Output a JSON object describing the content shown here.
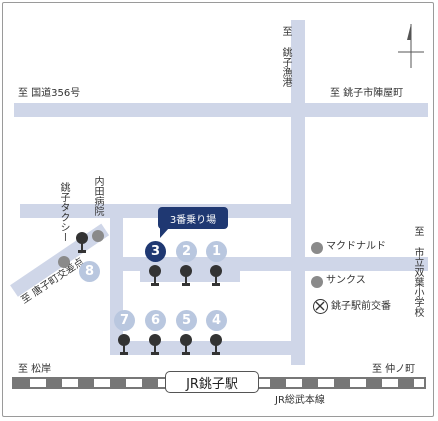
{
  "labels": {
    "choshi_fishing_port": "至 銚子漁港",
    "route_356": "至 国道356号",
    "choshi_byobugaura": "至 銚子市陣屋町",
    "uchida_hospital": "内田病院",
    "choshi_taxi": "銚子タクシー",
    "karako_intersection": "至 唐子町交差点",
    "mcdonalds": "マクドナルド",
    "sunkus": "サンクス",
    "koban": "銚子駅前交番",
    "futaba_school": "至 市立双葉小学校",
    "matsugishi": "至 松岸",
    "nakanocho": "至 仲ノ町",
    "station": "JR銚子駅",
    "railway_line": "JR総武本線"
  },
  "callout": "3番乗り場",
  "stops": [
    {
      "number": "3",
      "active": true
    },
    {
      "number": "2",
      "active": false
    },
    {
      "number": "1",
      "active": false
    },
    {
      "number": "7",
      "active": false
    },
    {
      "number": "6",
      "active": false
    },
    {
      "number": "5",
      "active": false
    },
    {
      "number": "4",
      "active": false
    },
    {
      "number": "8",
      "active": false
    }
  ],
  "colors": {
    "road": "#cfd6e8",
    "active_stop": "#1f3872",
    "inactive_stop": "#b9c7df"
  },
  "icons": {
    "north_arrow": "north-arrow-icon",
    "koban": "police-box-icon"
  }
}
